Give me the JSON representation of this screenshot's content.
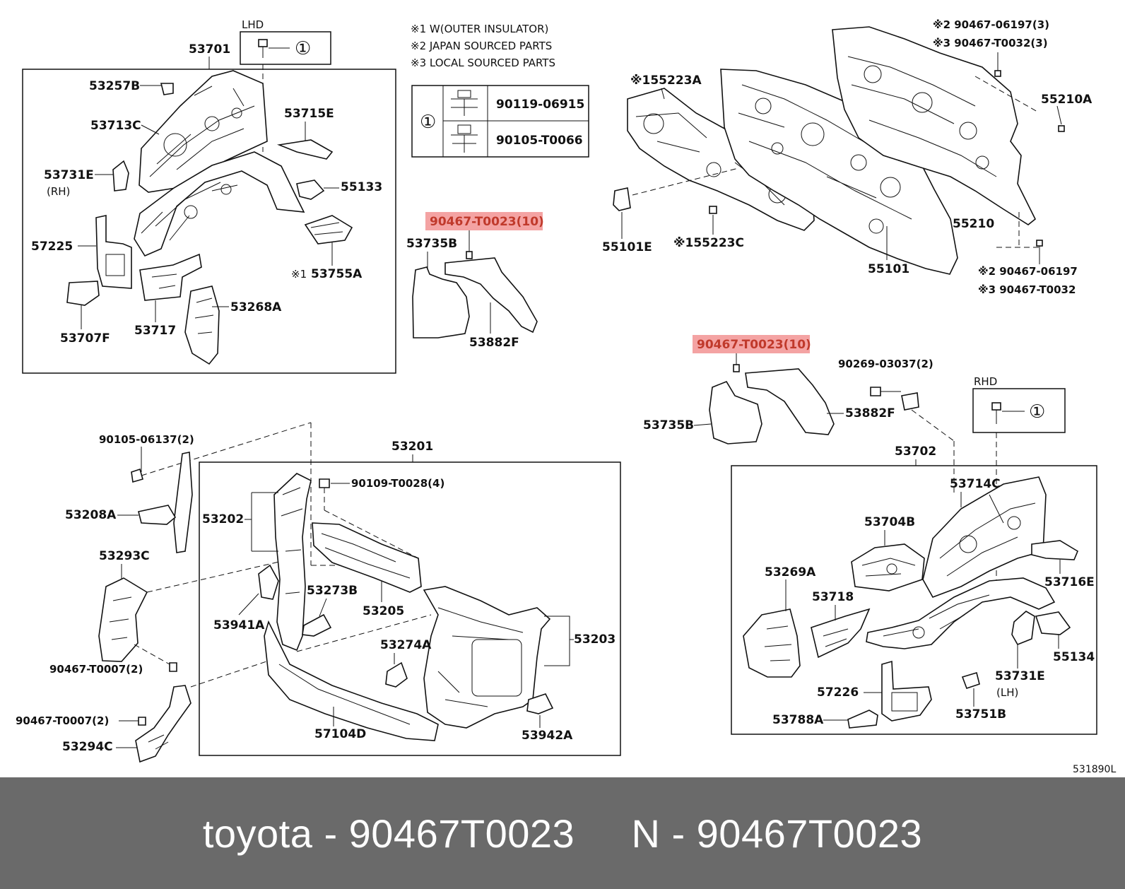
{
  "notes": {
    "line1": "※1 W(OUTER INSULATOR)",
    "line2": "※2 JAPAN SOURCED PARTS",
    "line3": "※3 LOCAL SOURCED PARTS"
  },
  "fastener_table": {
    "key": "①",
    "row1": "90119-06915",
    "row2": "90105-T0066"
  },
  "diagram_code": "531890L",
  "highlight_color": "#f4a3a3",
  "bar_color": "#6a6a6a",
  "lhd": {
    "heading": "LHD",
    "key": "①",
    "assembly": "53701",
    "p53257b": "53257B",
    "p53713c": "53713C",
    "p53715e": "53715E",
    "p53731e": "53731E",
    "p53731e_note": "(RH)",
    "p55133": "55133",
    "p57225": "57225",
    "p53755a_mark": "※1",
    "p53755a": "53755A",
    "p53268a": "53268A",
    "p53717": "53717",
    "p53707f": "53707F"
  },
  "insulator_upper": {
    "fastener": "90467-T0023(10)",
    "p53735b": "53735B",
    "p53882f": "53882F"
  },
  "dash_panel": {
    "p55223a": "※155223A",
    "p55101e": "55101E",
    "p55223c": "※155223C",
    "p55101": "55101",
    "top_fastener_a": "※2 90467-06197(3)",
    "top_fastener_b": "※3 90467-T0032(3)",
    "p55210a": "55210A",
    "p55210": "55210",
    "bottom_fastener_a": "※2 90467-06197",
    "bottom_fastener_b": "※3 90467-T0032"
  },
  "insulator_lower": {
    "fastener": "90467-T0023(10)",
    "bolt": "90269-03037(2)",
    "p53735b": "53735B",
    "p53882f": "53882F"
  },
  "rhd": {
    "heading": "RHD",
    "key": "①",
    "assembly": "53702",
    "p53714c": "53714C",
    "p53704b": "53704B",
    "p53269a": "53269A",
    "p53718": "53718",
    "p53716e": "53716E",
    "p57226": "57226",
    "p53731e": "53731E",
    "p53731e_note": "(LH)",
    "p55134": "55134",
    "p53788a": "53788A",
    "p53751b": "53751B"
  },
  "radiator_support": {
    "fastener_a": "90105-06137(2)",
    "p53208a": "53208A",
    "p53293c": "53293C",
    "fastener_b": "90467-T0007(2)",
    "fastener_c": "90467-T0007(2)",
    "p53294c": "53294C",
    "assembly": "53201",
    "fastener_d": "90109-T0028(4)",
    "p53202": "53202",
    "p53273b": "53273B",
    "p53205": "53205",
    "p53941a": "53941A",
    "p53274a": "53274A",
    "p53203": "53203",
    "p57104d": "57104D",
    "p53942a": "53942A"
  },
  "caption": {
    "brand": "toyota",
    "part": "90467T0023",
    "prefix": "N",
    "separator": " - ",
    "spacer": "     "
  }
}
